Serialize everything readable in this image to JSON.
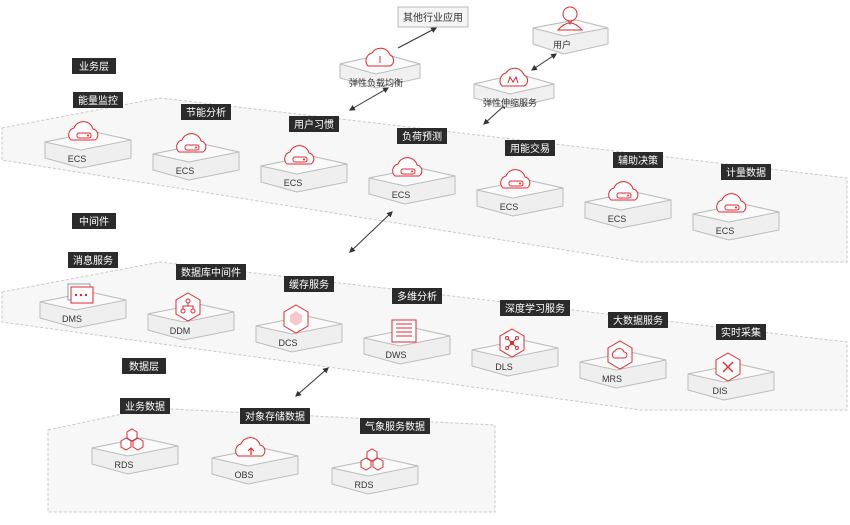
{
  "external": {
    "other_apps": "其他行业应用",
    "user": "用户",
    "elb": "弹性负载均衡",
    "as": "弹性伸缩服务"
  },
  "layers": {
    "business": {
      "title": "业务层",
      "nodes": [
        {
          "tag": "能量监控",
          "caption": "ECS",
          "icon": "cloud-server-icon"
        },
        {
          "tag": "节能分析",
          "caption": "ECS",
          "icon": "cloud-server-icon"
        },
        {
          "tag": "用户习惯",
          "caption": "ECS",
          "icon": "cloud-server-icon"
        },
        {
          "tag": "负荷预测",
          "caption": "ECS",
          "icon": "cloud-server-icon"
        },
        {
          "tag": "用能交易",
          "caption": "ECS",
          "icon": "cloud-server-icon"
        },
        {
          "tag": "辅助决策",
          "caption": "ECS",
          "icon": "cloud-server-icon"
        },
        {
          "tag": "计量数据",
          "caption": "ECS",
          "icon": "cloud-server-icon"
        }
      ]
    },
    "middleware": {
      "title": "中间件",
      "nodes": [
        {
          "tag": "消息服务",
          "caption": "DMS",
          "icon": "message-icon"
        },
        {
          "tag": "数据库中间件",
          "caption": "DDM",
          "icon": "database-tree-icon"
        },
        {
          "tag": "缓存服务",
          "caption": "DCS",
          "icon": "cache-hexagon-icon"
        },
        {
          "tag": "多维分析",
          "caption": "DWS",
          "icon": "warehouse-icon"
        },
        {
          "tag": "深度学习服务",
          "caption": "DLS",
          "icon": "network-icon"
        },
        {
          "tag": "大数据服务",
          "caption": "MRS",
          "icon": "bigdata-hexagon-icon"
        },
        {
          "tag": "实时采集",
          "caption": "DIS",
          "icon": "ingest-icon"
        }
      ]
    },
    "data": {
      "title": "数据层",
      "nodes": [
        {
          "tag": "业务数据",
          "caption": "RDS",
          "icon": "rds-cubes-icon"
        },
        {
          "tag": "对象存储数据",
          "caption": "OBS",
          "icon": "cloud-upload-icon"
        },
        {
          "tag": "气象服务数据",
          "caption": "RDS",
          "icon": "rds-cubes-icon"
        }
      ]
    }
  },
  "colors": {
    "accent": "#e0282f",
    "tag_bg": "#2b2b2b",
    "panel_fill": "#f7f7f7",
    "panel_border": "#c8c8c8"
  }
}
